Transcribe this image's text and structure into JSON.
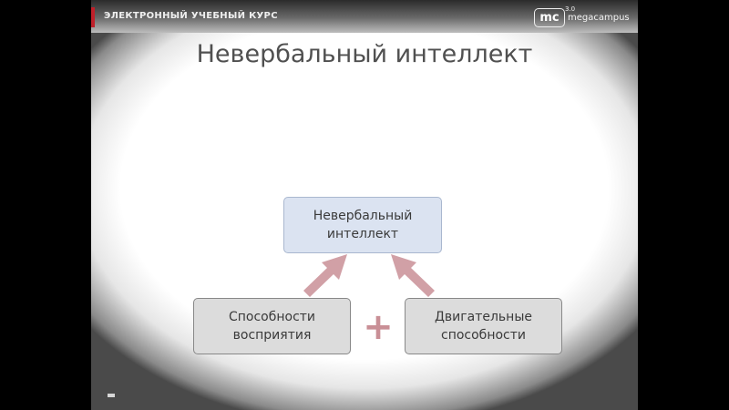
{
  "header": {
    "course_label": "ЭЛЕКТРОННЫЙ УЧЕБНЫЙ КУРС",
    "logo_mark": "mc",
    "logo_superscript": "3.0",
    "logo_text": "megacampus"
  },
  "slide": {
    "title": "Невербальный интеллект"
  },
  "diagram": {
    "top_box": "Невербальный интеллект",
    "left_box": "Способности восприятия",
    "right_box": "Двигательные способности",
    "plus_symbol": "+"
  },
  "colors": {
    "top_box_fill": "#dbe3f1",
    "bottom_box_fill": "#dcdcdc",
    "arrow_fill": "#c98f96",
    "accent": "#c0202a"
  }
}
